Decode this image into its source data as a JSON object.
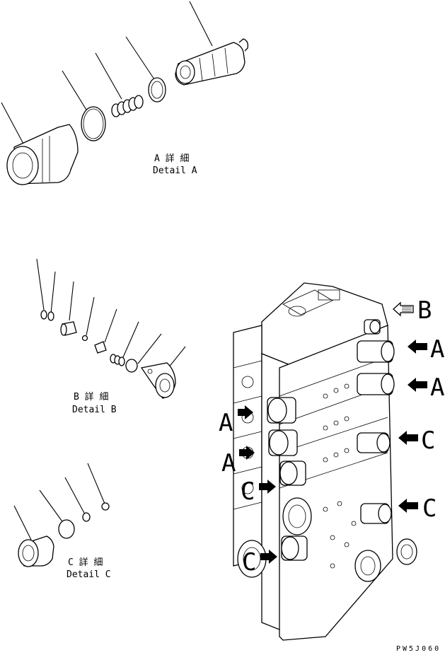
{
  "detail_a": {
    "jp": "A 詳 細",
    "en": "Detail A"
  },
  "detail_b": {
    "jp": "B 詳 細",
    "en": "Detail B"
  },
  "detail_c": {
    "jp": "C 詳 細",
    "en": "Detail C"
  },
  "callouts": {
    "b_right": "B",
    "a_right_1": "A",
    "a_right_2": "A",
    "c_right_1": "C",
    "c_right_2": "C",
    "a_left_1": "A",
    "a_left_2": "A",
    "c_left_1": "C",
    "c_left_2": "C"
  },
  "drawing_code": "PW5J060"
}
